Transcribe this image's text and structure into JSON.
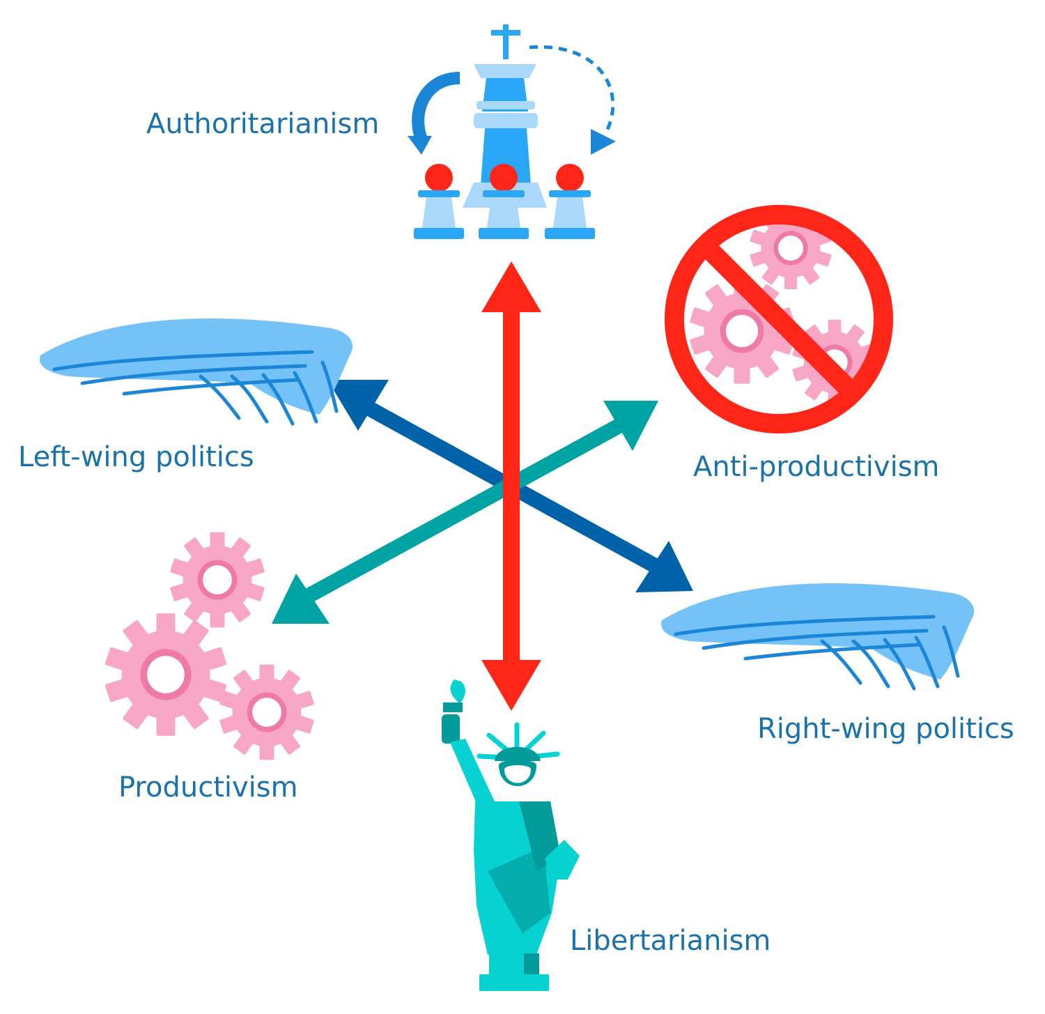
{
  "labels": {
    "authoritarianism": "Authoritarianism",
    "left_wing": "Left-wing politics",
    "anti_productivism": "Anti-productivism",
    "productivism": "Productivism",
    "right_wing": "Right-wing politics",
    "libertarianism": "Libertarianism"
  },
  "colors": {
    "label_text": "#1a72ad",
    "vertical_axis": "#ff2618",
    "left_right_axis": "#0062a8",
    "productivism_axis": "#00a3a3",
    "gear_pink": "#f7a6c6",
    "gear_ring": "#ee7aa6",
    "wing_light": "#74c2f8",
    "wing_dark": "#1b86d8",
    "chess_light": "#a9d8fb",
    "chess_blue": "#2aa6f6",
    "pawn_head": "#ff2618",
    "statue_teal": "#06d2d2",
    "statue_dark": "#039a9a"
  },
  "icons": {
    "top": "chess-king-pawns-icon",
    "left_wing": "wing-left-icon",
    "right_wing": "wing-right-icon",
    "no_gears": "prohibited-gears-icon",
    "gears": "gears-icon",
    "bottom": "statue-of-liberty-icon"
  }
}
